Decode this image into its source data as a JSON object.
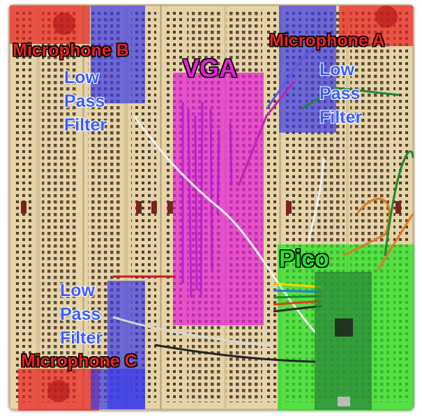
{
  "labels": {
    "mic_b": "Microphone B",
    "mic_a": "Microphone A",
    "mic_c": "Microphone C",
    "vga": "VGA",
    "pico": "Pico",
    "lpf_b": [
      "Low",
      "Pass",
      "Filter"
    ],
    "lpf_a": [
      "Low",
      "Pass",
      "Filter"
    ],
    "lpf_c": [
      "Low",
      "Pass",
      "Filter"
    ]
  },
  "colors": {
    "breadboard": "#e6d3a8",
    "microphone": "#e8231f",
    "low_pass_filter": "#3a3ae8",
    "vga": "#e321d6",
    "pico": "#21e321"
  }
}
